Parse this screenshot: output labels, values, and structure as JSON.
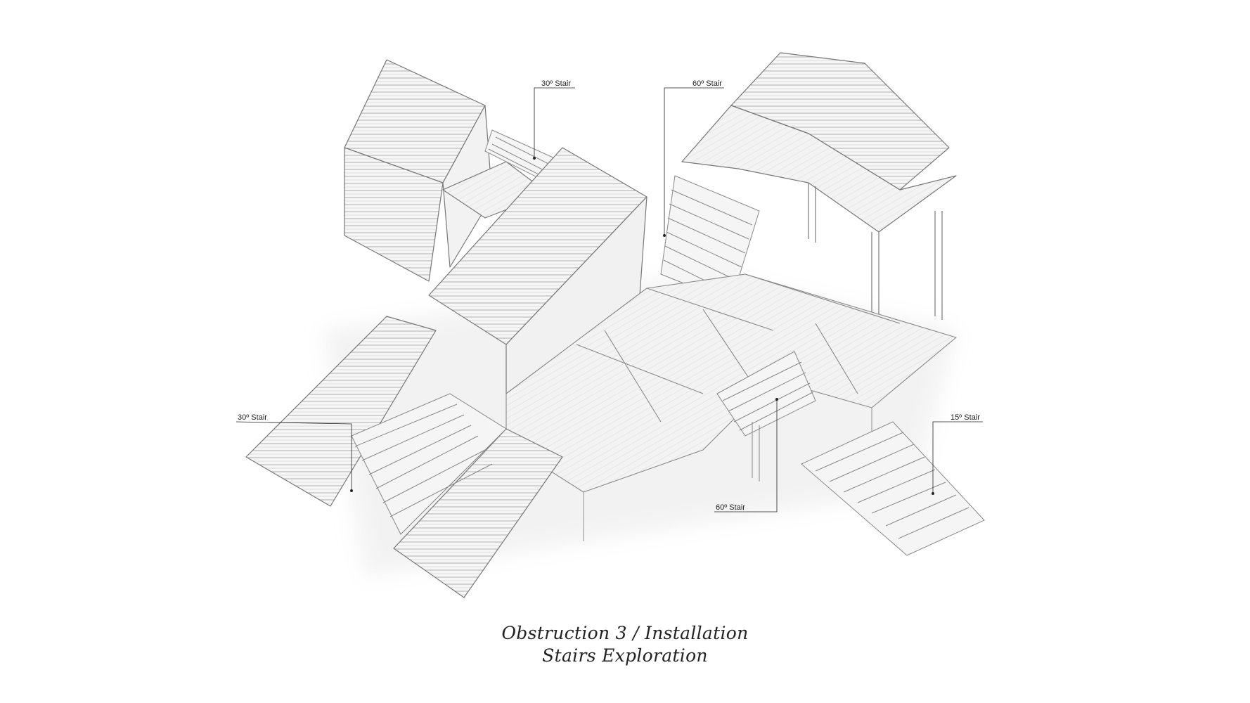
{
  "labels": {
    "stair_top_left": "30º Stair",
    "stair_top_center": "60º Stair",
    "stair_left": "30º Stair",
    "stair_bottom_center": "60º Stair",
    "stair_right": "15º Stair"
  },
  "caption": {
    "line1": "Obstruction 3 / Installation",
    "line2": "Stairs Exploration"
  },
  "colors": {
    "line": "#8a8a8a",
    "fill": "#f4f4f4",
    "shadow": "#e9e9e9"
  }
}
